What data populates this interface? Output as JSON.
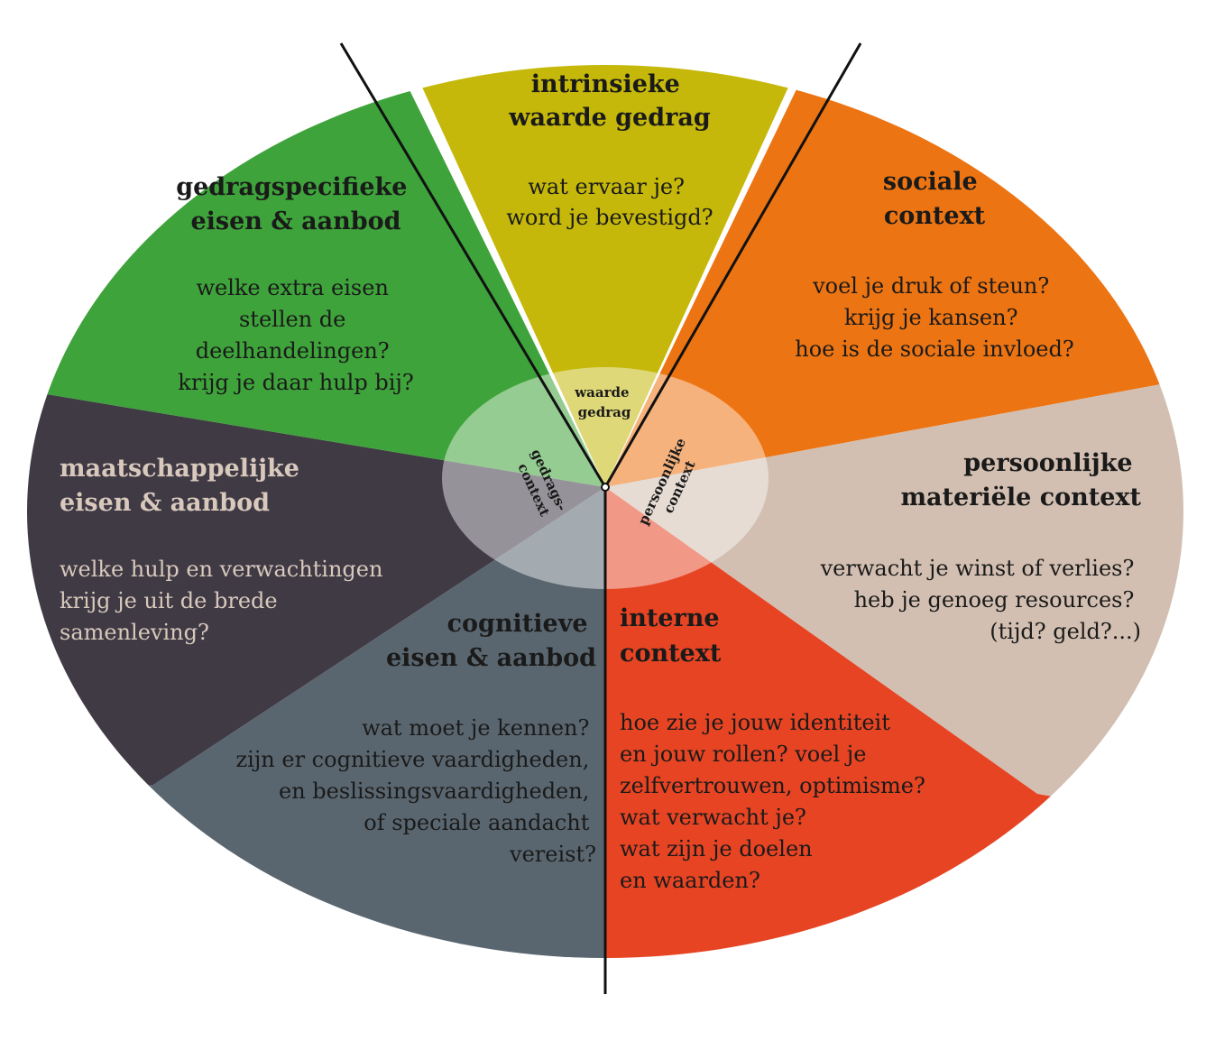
{
  "segments": {
    "intrinsiek": {
      "title": [
        "intrinsieke",
        "waarde gedrag"
      ],
      "questions": [
        "wat ervaar je?",
        "word je bevestigd?"
      ],
      "color": "#c5b80a"
    },
    "sociaal": {
      "title": [
        "sociale",
        "context"
      ],
      "questions": [
        "voel je druk of steun?",
        "krijg je kansen?",
        "hoe is de sociale invloed?"
      ],
      "color": "#ed7412"
    },
    "persoonlijk": {
      "title": [
        "persoonlijke",
        "materiële context"
      ],
      "questions": [
        "verwacht je winst of verlies?",
        "heb je genoeg resources?",
        "(tijd? geld?...)"
      ],
      "color": "#d2bfb1"
    },
    "intern": {
      "title": [
        "interne",
        "context"
      ],
      "questions": [
        "hoe zie je jouw identiteit",
        "en jouw rollen? voel je",
        "zelfvertrouwen, optimisme?",
        "wat verwacht je?",
        "wat zijn je doelen",
        "en waarden?"
      ],
      "color": "#e64423"
    },
    "cognitief": {
      "title": [
        "cognitieve",
        "eisen & aanbod"
      ],
      "questions": [
        "wat moet je kennen?",
        "zijn er cognitieve  vaardigheden,",
        "en beslissingsvaardigheden,",
        "of speciale aandacht",
        "vereist?"
      ],
      "color": "#5a666f"
    },
    "maatschappelijk": {
      "title": [
        "maatschappelijke",
        "eisen & aanbod"
      ],
      "questions": [
        "welke hulp en verwachtingen",
        "krijg je uit de brede",
        "samenleving?"
      ],
      "color": "#403a45"
    },
    "gedragspecifiek": {
      "title": [
        "gedragspecifieke",
        "eisen & aanbod"
      ],
      "questions": [
        "welke extra eisen",
        "stellen de",
        "deelhandelingen?",
        "krijg je daar hulp bij?"
      ],
      "color": "#3ea33a"
    }
  },
  "center": {
    "waarde": [
      "waarde",
      "gedrag"
    ],
    "gedrags": [
      "gedrags-",
      "context"
    ],
    "persoonlijke": [
      "persoonlijke",
      "context"
    ]
  },
  "colors": {
    "line": "#111111",
    "light_text": "#d8c9bc",
    "dark_text": "#1a1a1a"
  }
}
